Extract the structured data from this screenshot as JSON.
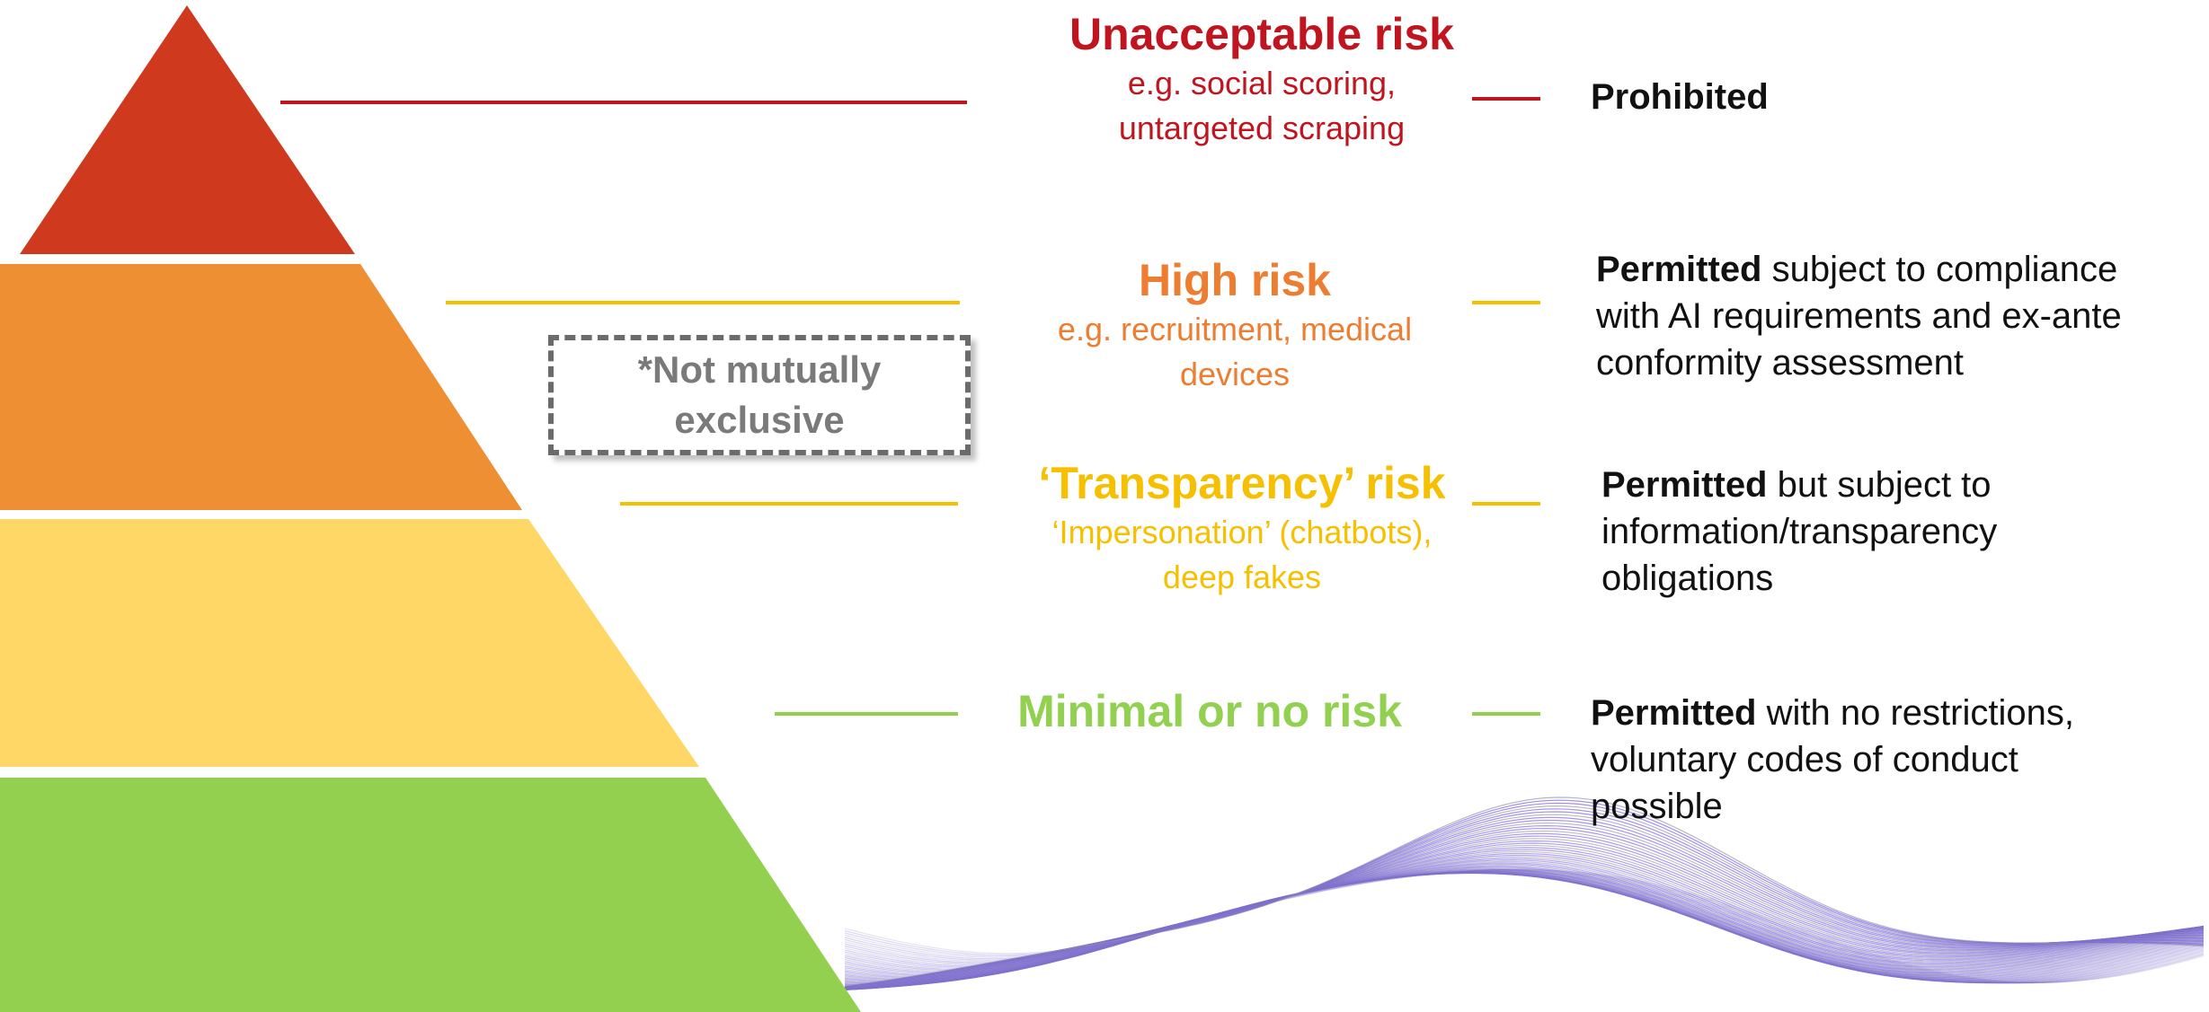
{
  "colors": {
    "unacceptable": "#cf3a1f",
    "high": "#ee8f33",
    "transparency": "#fed766",
    "minimal": "#93d050",
    "unacceptable_text": "#c0151f",
    "high_text": "#ed7d31",
    "transparency_text": "#f6c000",
    "minimal_text": "#92d050",
    "note_text": "#7a7a7a",
    "wave_violet": "#7c5ce0",
    "wave_grey": "#8a9aa8"
  },
  "tiers": [
    {
      "id": "unacceptable",
      "title": "Unacceptable risk",
      "example_lines": [
        "e.g. social scoring,",
        "untargeted scraping"
      ],
      "treatment_bold": "Prohibited",
      "treatment_lines": []
    },
    {
      "id": "high",
      "title": "High risk",
      "example_lines": [
        "e.g. recruitment, medical",
        "devices"
      ],
      "treatment_bold": "Permitted",
      "treatment_lines": [
        " subject to compliance",
        "with AI requirements and ex-ante",
        "conformity assessment"
      ]
    },
    {
      "id": "transparency",
      "title": "‘Transparency’ risk",
      "example_lines": [
        "‘Impersonation’ (chatbots),",
        "deep fakes"
      ],
      "treatment_bold": "Permitted",
      "treatment_lines": [
        " but subject to",
        "information/transparency",
        "obligations"
      ]
    },
    {
      "id": "minimal",
      "title": "Minimal or no risk",
      "example_lines": [],
      "treatment_bold": "Permitted",
      "treatment_lines": [
        " with no restrictions,",
        "voluntary codes of conduct",
        "possible"
      ]
    }
  ],
  "note": {
    "lines": [
      "*Not mutually",
      "exclusive"
    ]
  },
  "icons": {
    "pyramid": "risk-pyramid-icon",
    "wave": "decorative-wave-icon"
  }
}
